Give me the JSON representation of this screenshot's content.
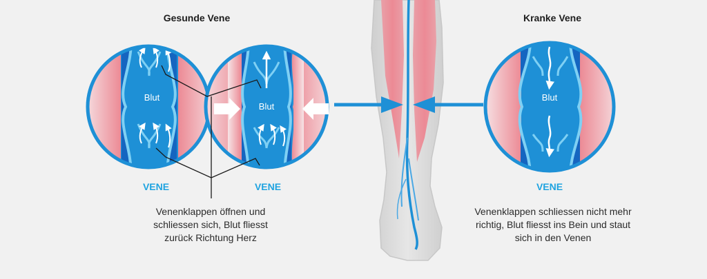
{
  "healthy": {
    "title": "Gesunde Vene",
    "vein_label_left": "VENE",
    "vein_label_right": "VENE",
    "blood_label_left": "Blut",
    "blood_label_right": "Blut",
    "description": "Venenklappen öffnen und schliessen sich, Blut fliesst zurück Richtung Herz"
  },
  "diseased": {
    "title": "Kranke Vene",
    "vein_label": "VENE",
    "blood_label": "Blut",
    "description": "Venenklappen schliessen nicht mehr richtig, Blut fliesst ins Bein und staut sich in den Venen"
  },
  "colors": {
    "background": "#f1f1f1",
    "vein_blue": "#1e90d6",
    "vein_dark": "#1565c0",
    "valve_light": "#7fd0f4",
    "muscle_pink": "#ec8a95",
    "leg_grey": "#dcdcdc",
    "label_blue": "#1ea3e0"
  },
  "icons": [
    "press-arrow-right",
    "press-arrow-left",
    "compression-arrow-right",
    "compression-arrow-left",
    "flow-up-arrow",
    "flow-down-arrow"
  ]
}
